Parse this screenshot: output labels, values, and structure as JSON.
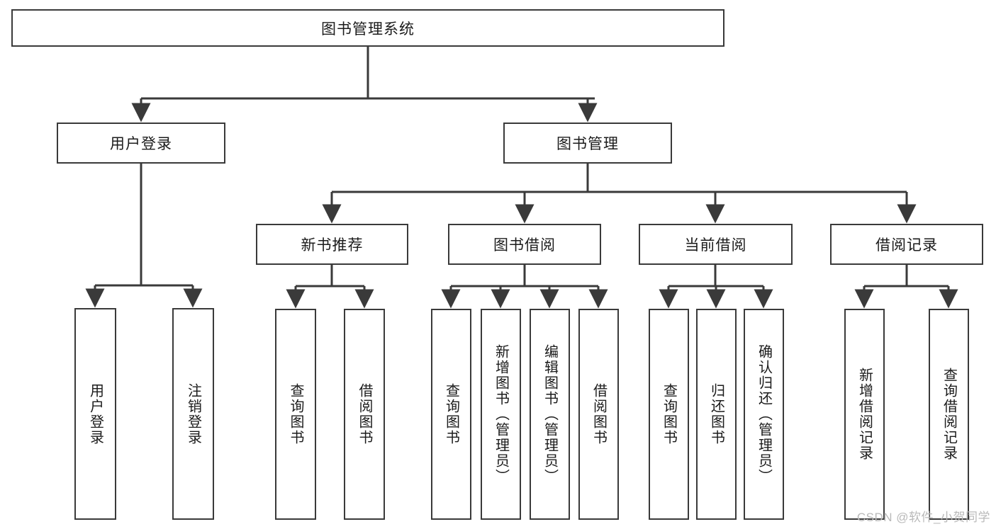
{
  "diagram": {
    "type": "tree",
    "title": "图书管理系统",
    "background_color": "#ffffff",
    "line_color": "#3a3a3a",
    "text_color": "#1b1b1b",
    "root": {
      "label": "图书管理系统",
      "orientation": "horizontal"
    },
    "level2": [
      {
        "label": "用户登录",
        "orientation": "horizontal"
      },
      {
        "label": "图书管理",
        "orientation": "horizontal"
      }
    ],
    "level3": [
      {
        "label": "新书推荐",
        "orientation": "horizontal"
      },
      {
        "label": "图书借阅",
        "orientation": "horizontal"
      },
      {
        "label": "当前借阅",
        "orientation": "horizontal"
      },
      {
        "label": "借阅记录",
        "orientation": "horizontal"
      }
    ],
    "leaves": {
      "user_login": [
        {
          "label": "用户登录",
          "orientation": "vertical"
        },
        {
          "label": "注销登录",
          "orientation": "vertical"
        }
      ],
      "new_book_recommend": [
        {
          "label": "查询图书",
          "orientation": "vertical"
        },
        {
          "label": "借阅图书",
          "orientation": "vertical"
        }
      ],
      "book_borrow": [
        {
          "label": "查询图书",
          "orientation": "vertical"
        },
        {
          "label": "新增图书（管理员）",
          "orientation": "vertical"
        },
        {
          "label": "编辑图书（管理员）",
          "orientation": "vertical"
        },
        {
          "label": "借阅图书",
          "orientation": "vertical"
        }
      ],
      "current_borrow": [
        {
          "label": "查询图书",
          "orientation": "vertical"
        },
        {
          "label": "归还图书",
          "orientation": "vertical"
        },
        {
          "label": "确认归还（管理员）",
          "orientation": "vertical"
        }
      ],
      "borrow_record": [
        {
          "label": "新增借阅记录",
          "orientation": "vertical"
        },
        {
          "label": "查询借阅记录",
          "orientation": "vertical"
        }
      ]
    }
  },
  "watermark": {
    "text": "CSDN @软件_小贺同学"
  }
}
